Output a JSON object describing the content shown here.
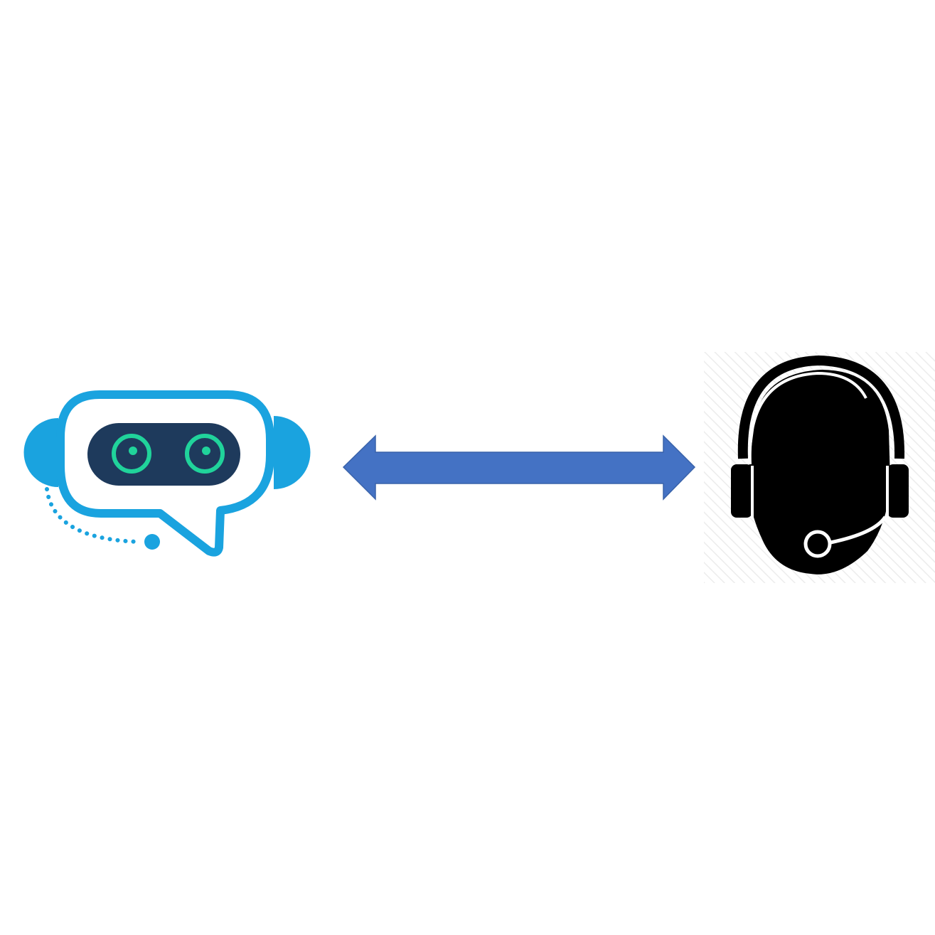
{
  "diagram": {
    "nodes": [
      {
        "id": "chatbot",
        "icon": "chatbot-robot-icon"
      },
      {
        "id": "human-agent",
        "icon": "support-agent-headset-icon"
      }
    ],
    "edges": [
      {
        "from": "chatbot",
        "to": "human-agent",
        "direction": "bidirectional",
        "icon": "double-headed-arrow-icon"
      }
    ]
  },
  "colors": {
    "background": "#ffffff",
    "chatbot_outline": "#1aa3df",
    "chatbot_face": "#1e3a5c",
    "chatbot_eyes": "#20d39b",
    "arrow_fill": "#4472c4",
    "arrow_stroke": "#3a63aa",
    "agent_silhouette": "#000000",
    "agent_headset_line": "#ffffff",
    "agent_background_hatch": "#ececec"
  }
}
